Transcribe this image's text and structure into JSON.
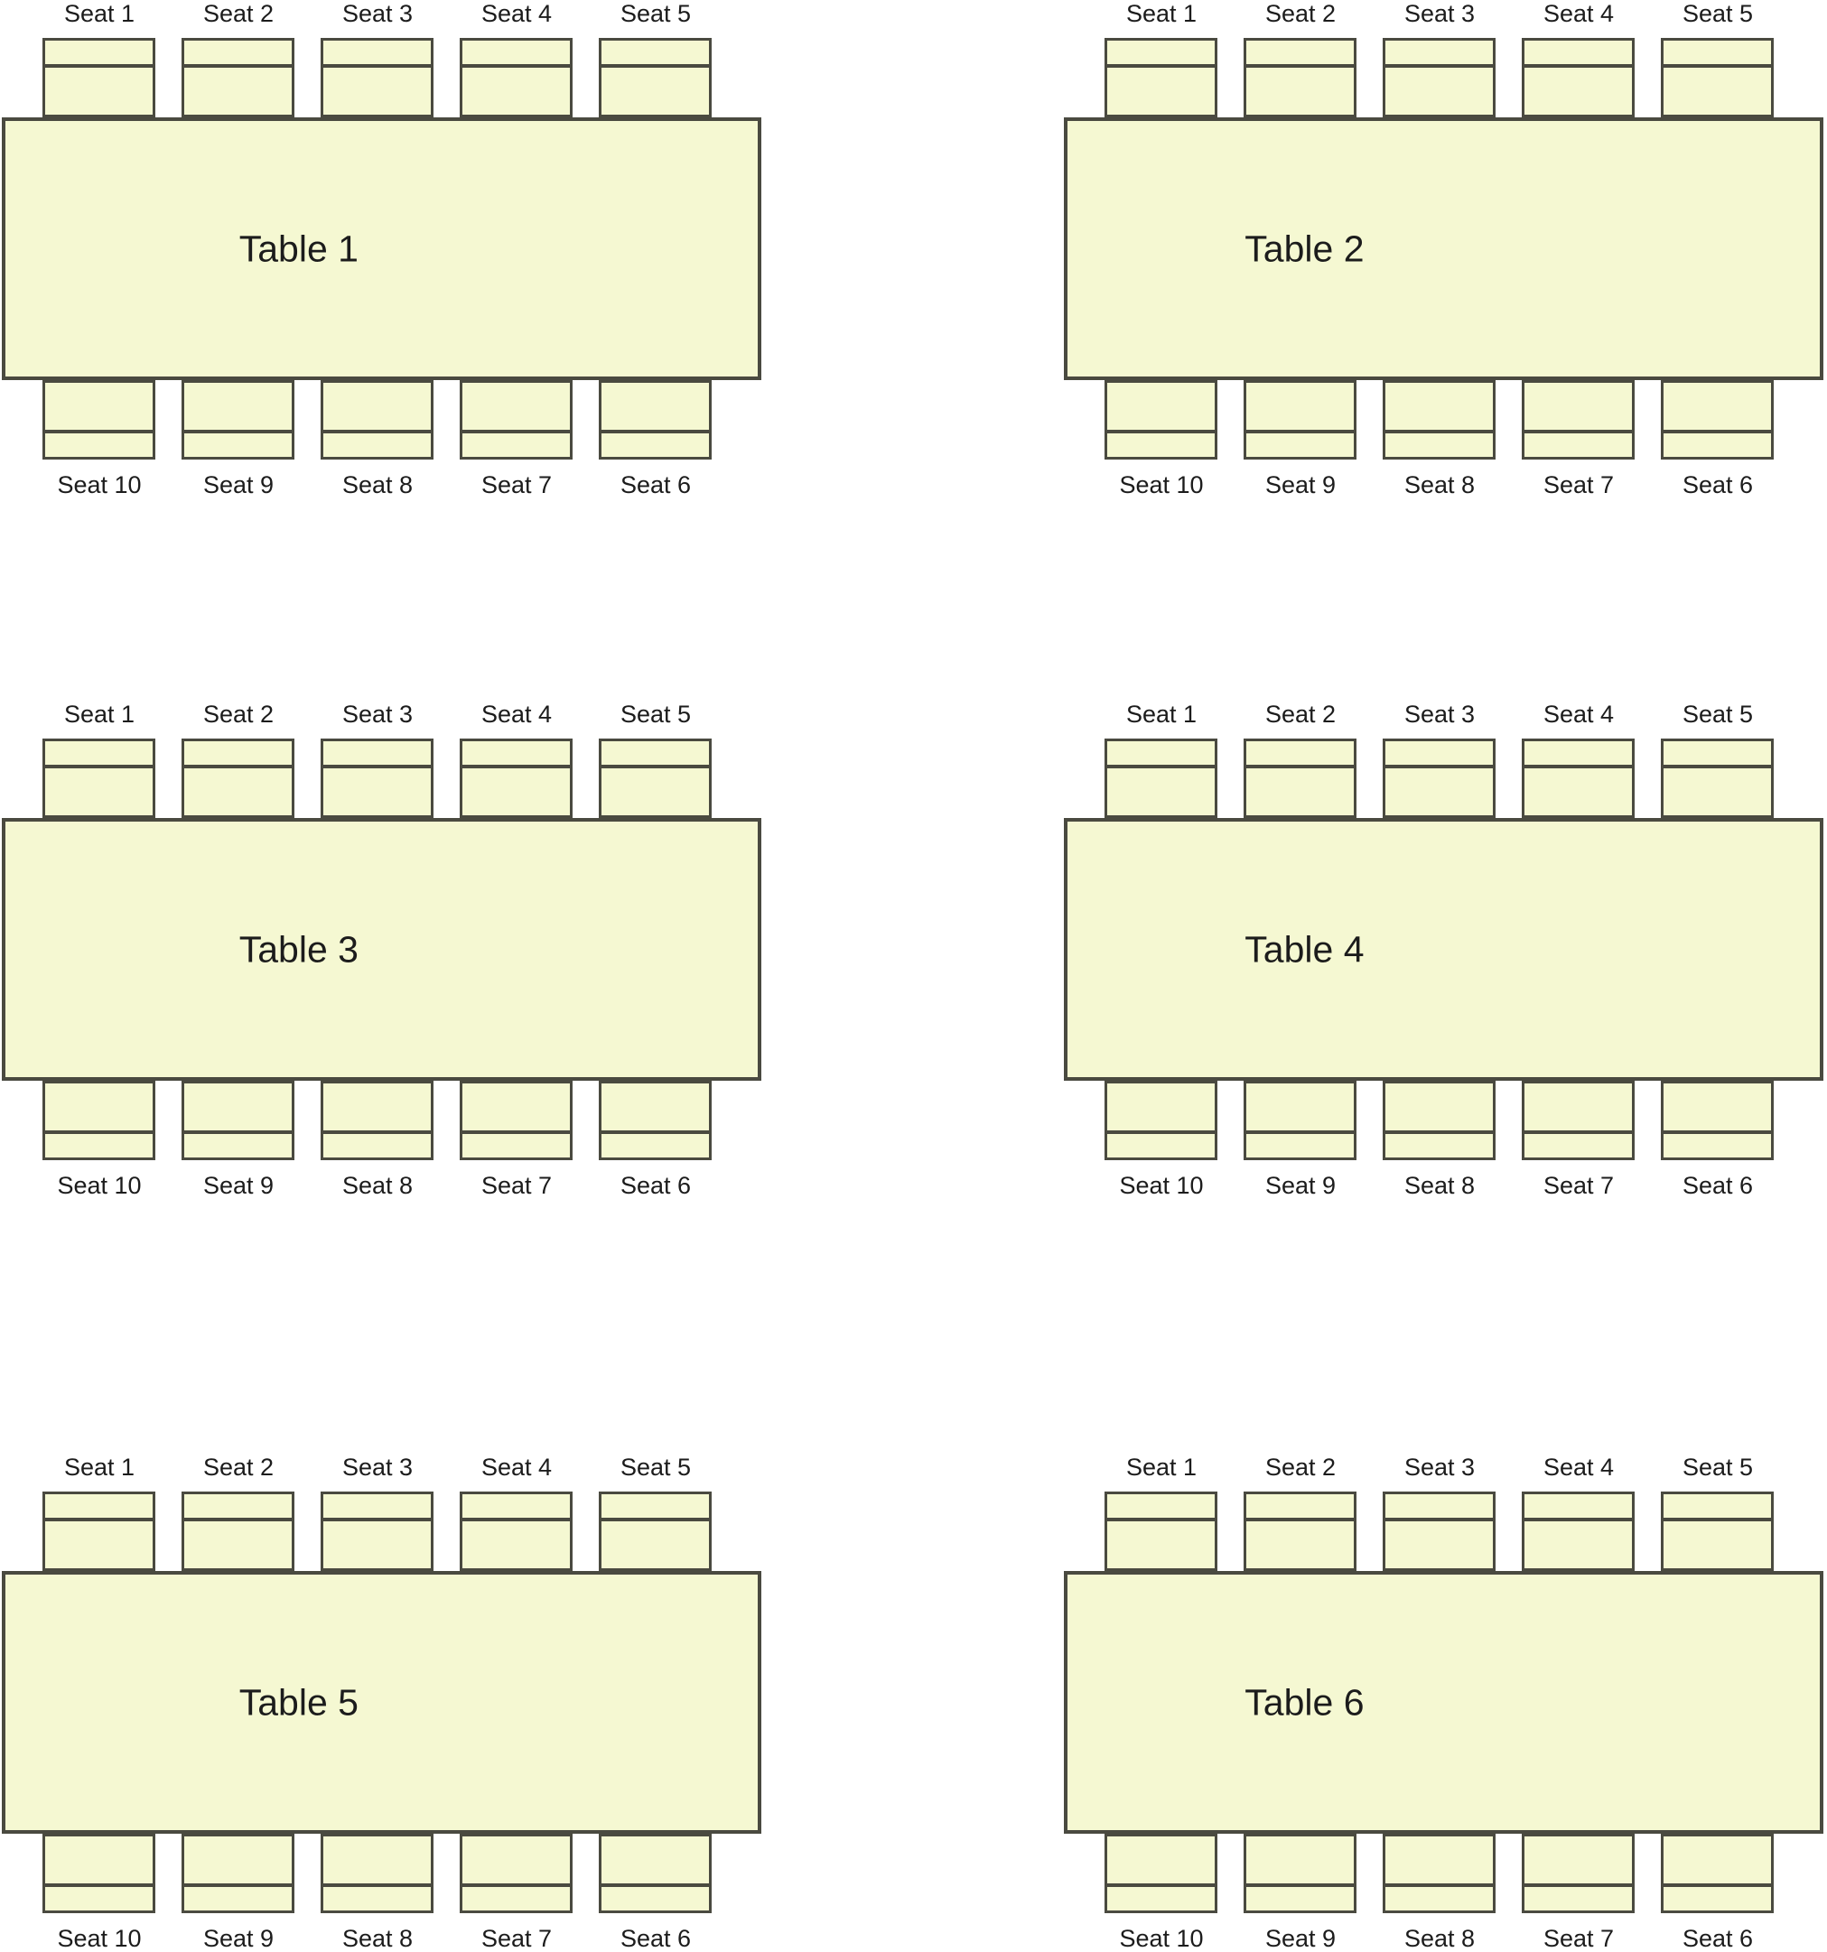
{
  "colors": {
    "table_fill": "#f5f8d2",
    "outline": "#4a4a40",
    "text": "#1c1c1c",
    "background": "#ffffff"
  },
  "tables": [
    {
      "id": 1,
      "label": "Table 1",
      "top_seats": [
        "Seat 1",
        "Seat 2",
        "Seat 3",
        "Seat 4",
        "Seat 5"
      ],
      "bottom_seats": [
        "Seat 10",
        "Seat 9",
        "Seat 8",
        "Seat 7",
        "Seat 6"
      ]
    },
    {
      "id": 2,
      "label": "Table 2",
      "top_seats": [
        "Seat 1",
        "Seat 2",
        "Seat 3",
        "Seat 4",
        "Seat 5"
      ],
      "bottom_seats": [
        "Seat 10",
        "Seat 9",
        "Seat 8",
        "Seat 7",
        "Seat 6"
      ]
    },
    {
      "id": 3,
      "label": "Table 3",
      "top_seats": [
        "Seat 1",
        "Seat 2",
        "Seat 3",
        "Seat 4",
        "Seat 5"
      ],
      "bottom_seats": [
        "Seat 10",
        "Seat 9",
        "Seat 8",
        "Seat 7",
        "Seat 6"
      ]
    },
    {
      "id": 4,
      "label": "Table 4",
      "top_seats": [
        "Seat 1",
        "Seat 2",
        "Seat 3",
        "Seat 4",
        "Seat 5"
      ],
      "bottom_seats": [
        "Seat 10",
        "Seat 9",
        "Seat 8",
        "Seat 7",
        "Seat 6"
      ]
    },
    {
      "id": 5,
      "label": "Table 5",
      "top_seats": [
        "Seat 1",
        "Seat 2",
        "Seat 3",
        "Seat 4",
        "Seat 5"
      ],
      "bottom_seats": [
        "Seat 10",
        "Seat 9",
        "Seat 8",
        "Seat 7",
        "Seat 6"
      ]
    },
    {
      "id": 6,
      "label": "Table 6",
      "top_seats": [
        "Seat 1",
        "Seat 2",
        "Seat 3",
        "Seat 4",
        "Seat 5"
      ],
      "bottom_seats": [
        "Seat 10",
        "Seat 9",
        "Seat 8",
        "Seat 7",
        "Seat 6"
      ]
    }
  ]
}
